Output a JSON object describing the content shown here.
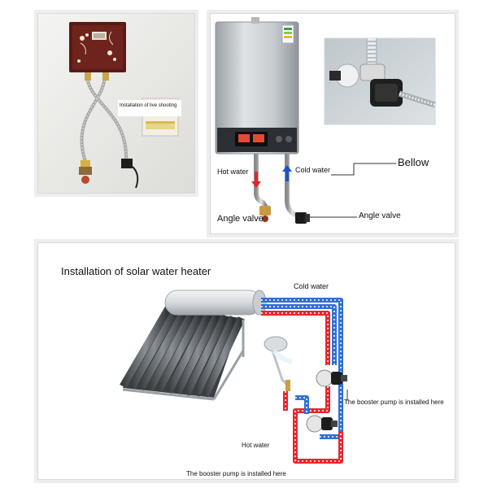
{
  "panel_wall": {
    "caption": "Installation of live shooting"
  },
  "panel_heater": {
    "hot_water": "Hot water",
    "cold_water": "Cold water",
    "bellow": "Bellow",
    "angle_valve_left": "Angle valve",
    "angle_valve_right": "Angle valve"
  },
  "panel_solar": {
    "title": "Installation of solar water heater",
    "cold_water": "Cold water",
    "hot_water": "Hot water",
    "pump_right": "The booster pump is installed here",
    "pump_bottom": "The booster pump is installed here"
  },
  "colors": {
    "hot_pipe": "#e8262b",
    "cold_pipe": "#2f6fd8",
    "pipe_dot": "#ffffff",
    "leader_line": "#333333"
  }
}
